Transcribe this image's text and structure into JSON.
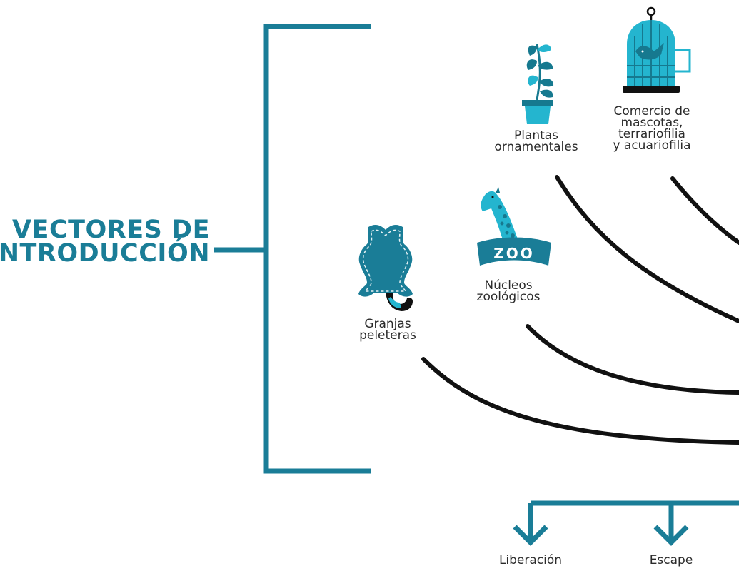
{
  "title": {
    "line1": "VECTORES DE",
    "line2": "INTRODUCCIÓN"
  },
  "vectors": {
    "plantas": {
      "line1": "Plantas",
      "line2": "ornamentales",
      "icon": "potted-plant-icon"
    },
    "mascotas": {
      "line1": "Comercio de",
      "line2": "mascotas,",
      "line3": "terrariofilia",
      "line4": "y acuariofilia",
      "icon": "birdcage-icon"
    },
    "zoologicos": {
      "line1": "Núcleos",
      "line2": "zoológicos",
      "icon": "giraffe-zoo-icon",
      "sign_text": "ZOO"
    },
    "granjas": {
      "line1": "Granjas",
      "line2": "peleteras",
      "icon": "fur-pelt-icon"
    }
  },
  "outcomes": {
    "liberacion": "Liberación",
    "escape": "Escape"
  },
  "colors": {
    "accent": "#1a7d97",
    "icon_light": "#24b5cf",
    "icon_dark": "#16798f",
    "line": "#111111",
    "text": "#2b2b2b"
  }
}
